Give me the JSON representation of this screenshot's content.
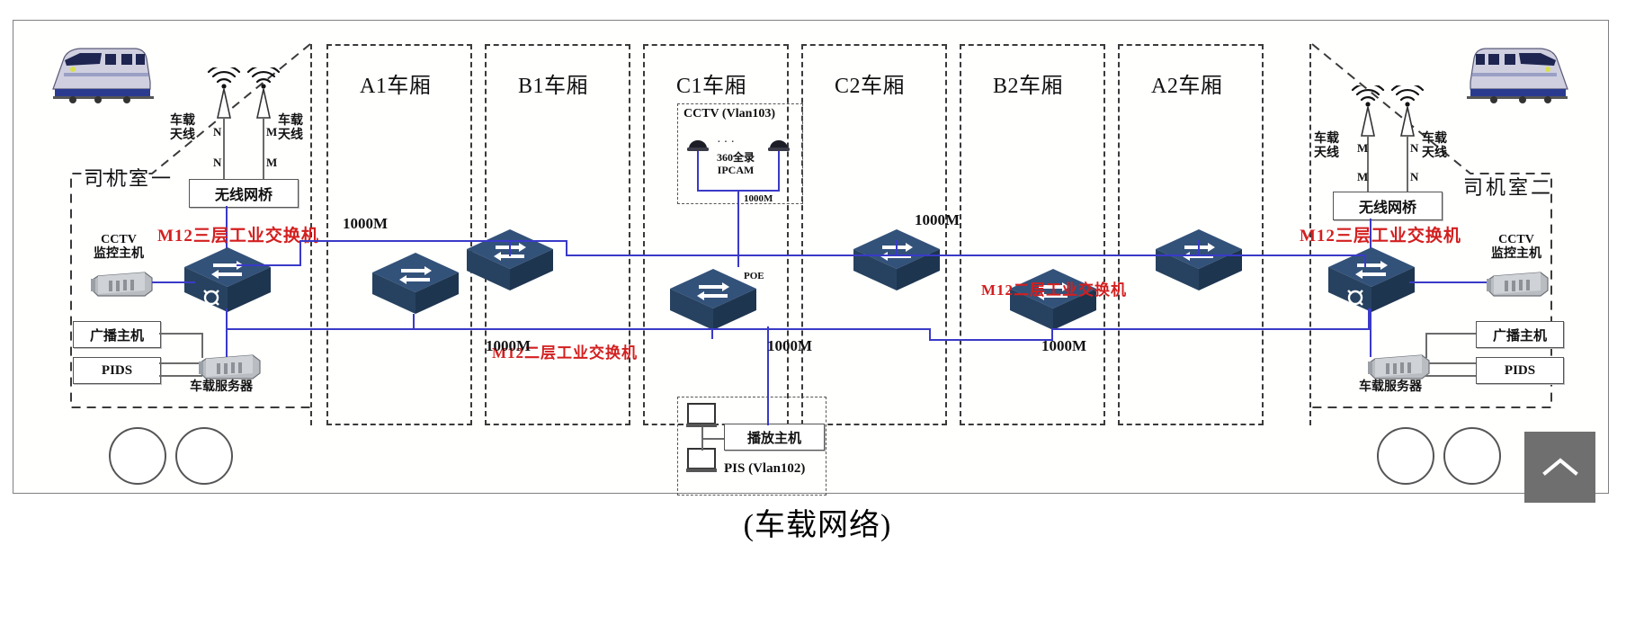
{
  "caption": "(车载网络)",
  "cabins": {
    "left": {
      "title": "司机室一",
      "antenna_left_label": "车载\n天线",
      "antenna_right_label": "车载\n天线",
      "port_labels": [
        "N",
        "M",
        "N",
        "M"
      ],
      "bridge_label": "无线网桥",
      "switch_label": "M12三层工业交换机",
      "cctv_label": "CCTV\n监控主机",
      "broadcast_label": "广播主机",
      "pids_label": "PIDS",
      "server_label": "车载服务器"
    },
    "right": {
      "title": "司机室二",
      "antenna_left_label": "车载\n天线",
      "antenna_right_label": "车载\n天线",
      "port_labels": [
        "M",
        "N",
        "M",
        "N"
      ],
      "bridge_label": "无线网桥",
      "switch_label": "M12三层工业交换机",
      "cctv_label": "CCTV\n监控主机",
      "broadcast_label": "广播主机",
      "pids_label": "PIDS",
      "server_label": "车载服务器"
    }
  },
  "carriages": [
    {
      "id": "a1",
      "title": "A1车厢"
    },
    {
      "id": "b1",
      "title": "B1车厢"
    },
    {
      "id": "c1",
      "title": "C1车厢"
    },
    {
      "id": "c2",
      "title": "C2车厢"
    },
    {
      "id": "b2",
      "title": "B2车厢"
    },
    {
      "id": "a2",
      "title": "A2车厢"
    }
  ],
  "c1": {
    "cctv_group_label": "CCTV (Vlan103)",
    "ipcam_label": "360全录\nIPCAM",
    "ipcam_uplink_speed": "1000M",
    "poe_label": "POE",
    "switch_label": "M12二层工业交换机",
    "player_label": "播放主机",
    "pis_group_label": "PIS (Vlan102)"
  },
  "switch_labels": {
    "layer2_right": "M12二层工业交换机"
  },
  "speeds": {
    "top_left": "1000M",
    "top_right": "1000M",
    "bottom_left": "1000M",
    "bottom_mid": "1000M",
    "bottom_right": "1000M"
  },
  "colors": {
    "link": "#3a3ac8",
    "accent_red": "#d31f1f",
    "outline": "#3a3a3a",
    "switch_body": "#2b4a6f",
    "button_bg": "#6f6f6f"
  },
  "totop": {
    "icon": "chevron-up-icon"
  }
}
